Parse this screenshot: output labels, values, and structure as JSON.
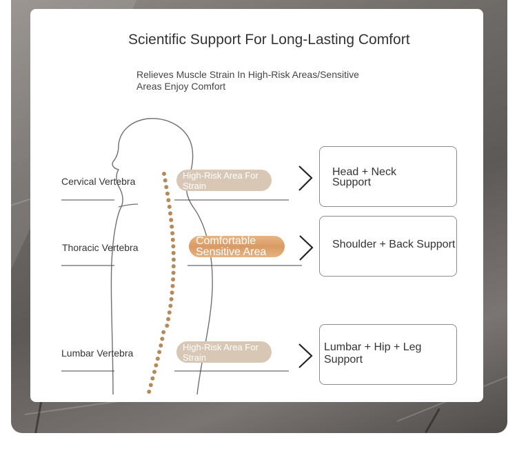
{
  "header": {
    "title": "Scientific Support For Long-Lasting Comfort",
    "subtitle": "Relieves Muscle Strain In High-Risk Areas/Sensitive Areas Enjoy Comfort"
  },
  "rows": [
    {
      "vertebra": "Cervical Vertebra",
      "area": "High-Risk Area For Strain",
      "support": "Head + Neck Support"
    },
    {
      "vertebra": "Thoracic Vertebra",
      "area": "Comfortable Sensitive Area",
      "support": "Shoulder + Back Support"
    },
    {
      "vertebra": "Lumbar Vertebra",
      "area": "High-Risk Area For Strain",
      "support": "Lumbar + Hip + Leg Support"
    }
  ],
  "colors": {
    "pill_neutral": "#d8c7b4",
    "pill_highlight": "#d99a63",
    "spine_dots": "#b58a5a",
    "text": "#333333"
  },
  "icons": {
    "arrow": "chevron-right-icon"
  }
}
